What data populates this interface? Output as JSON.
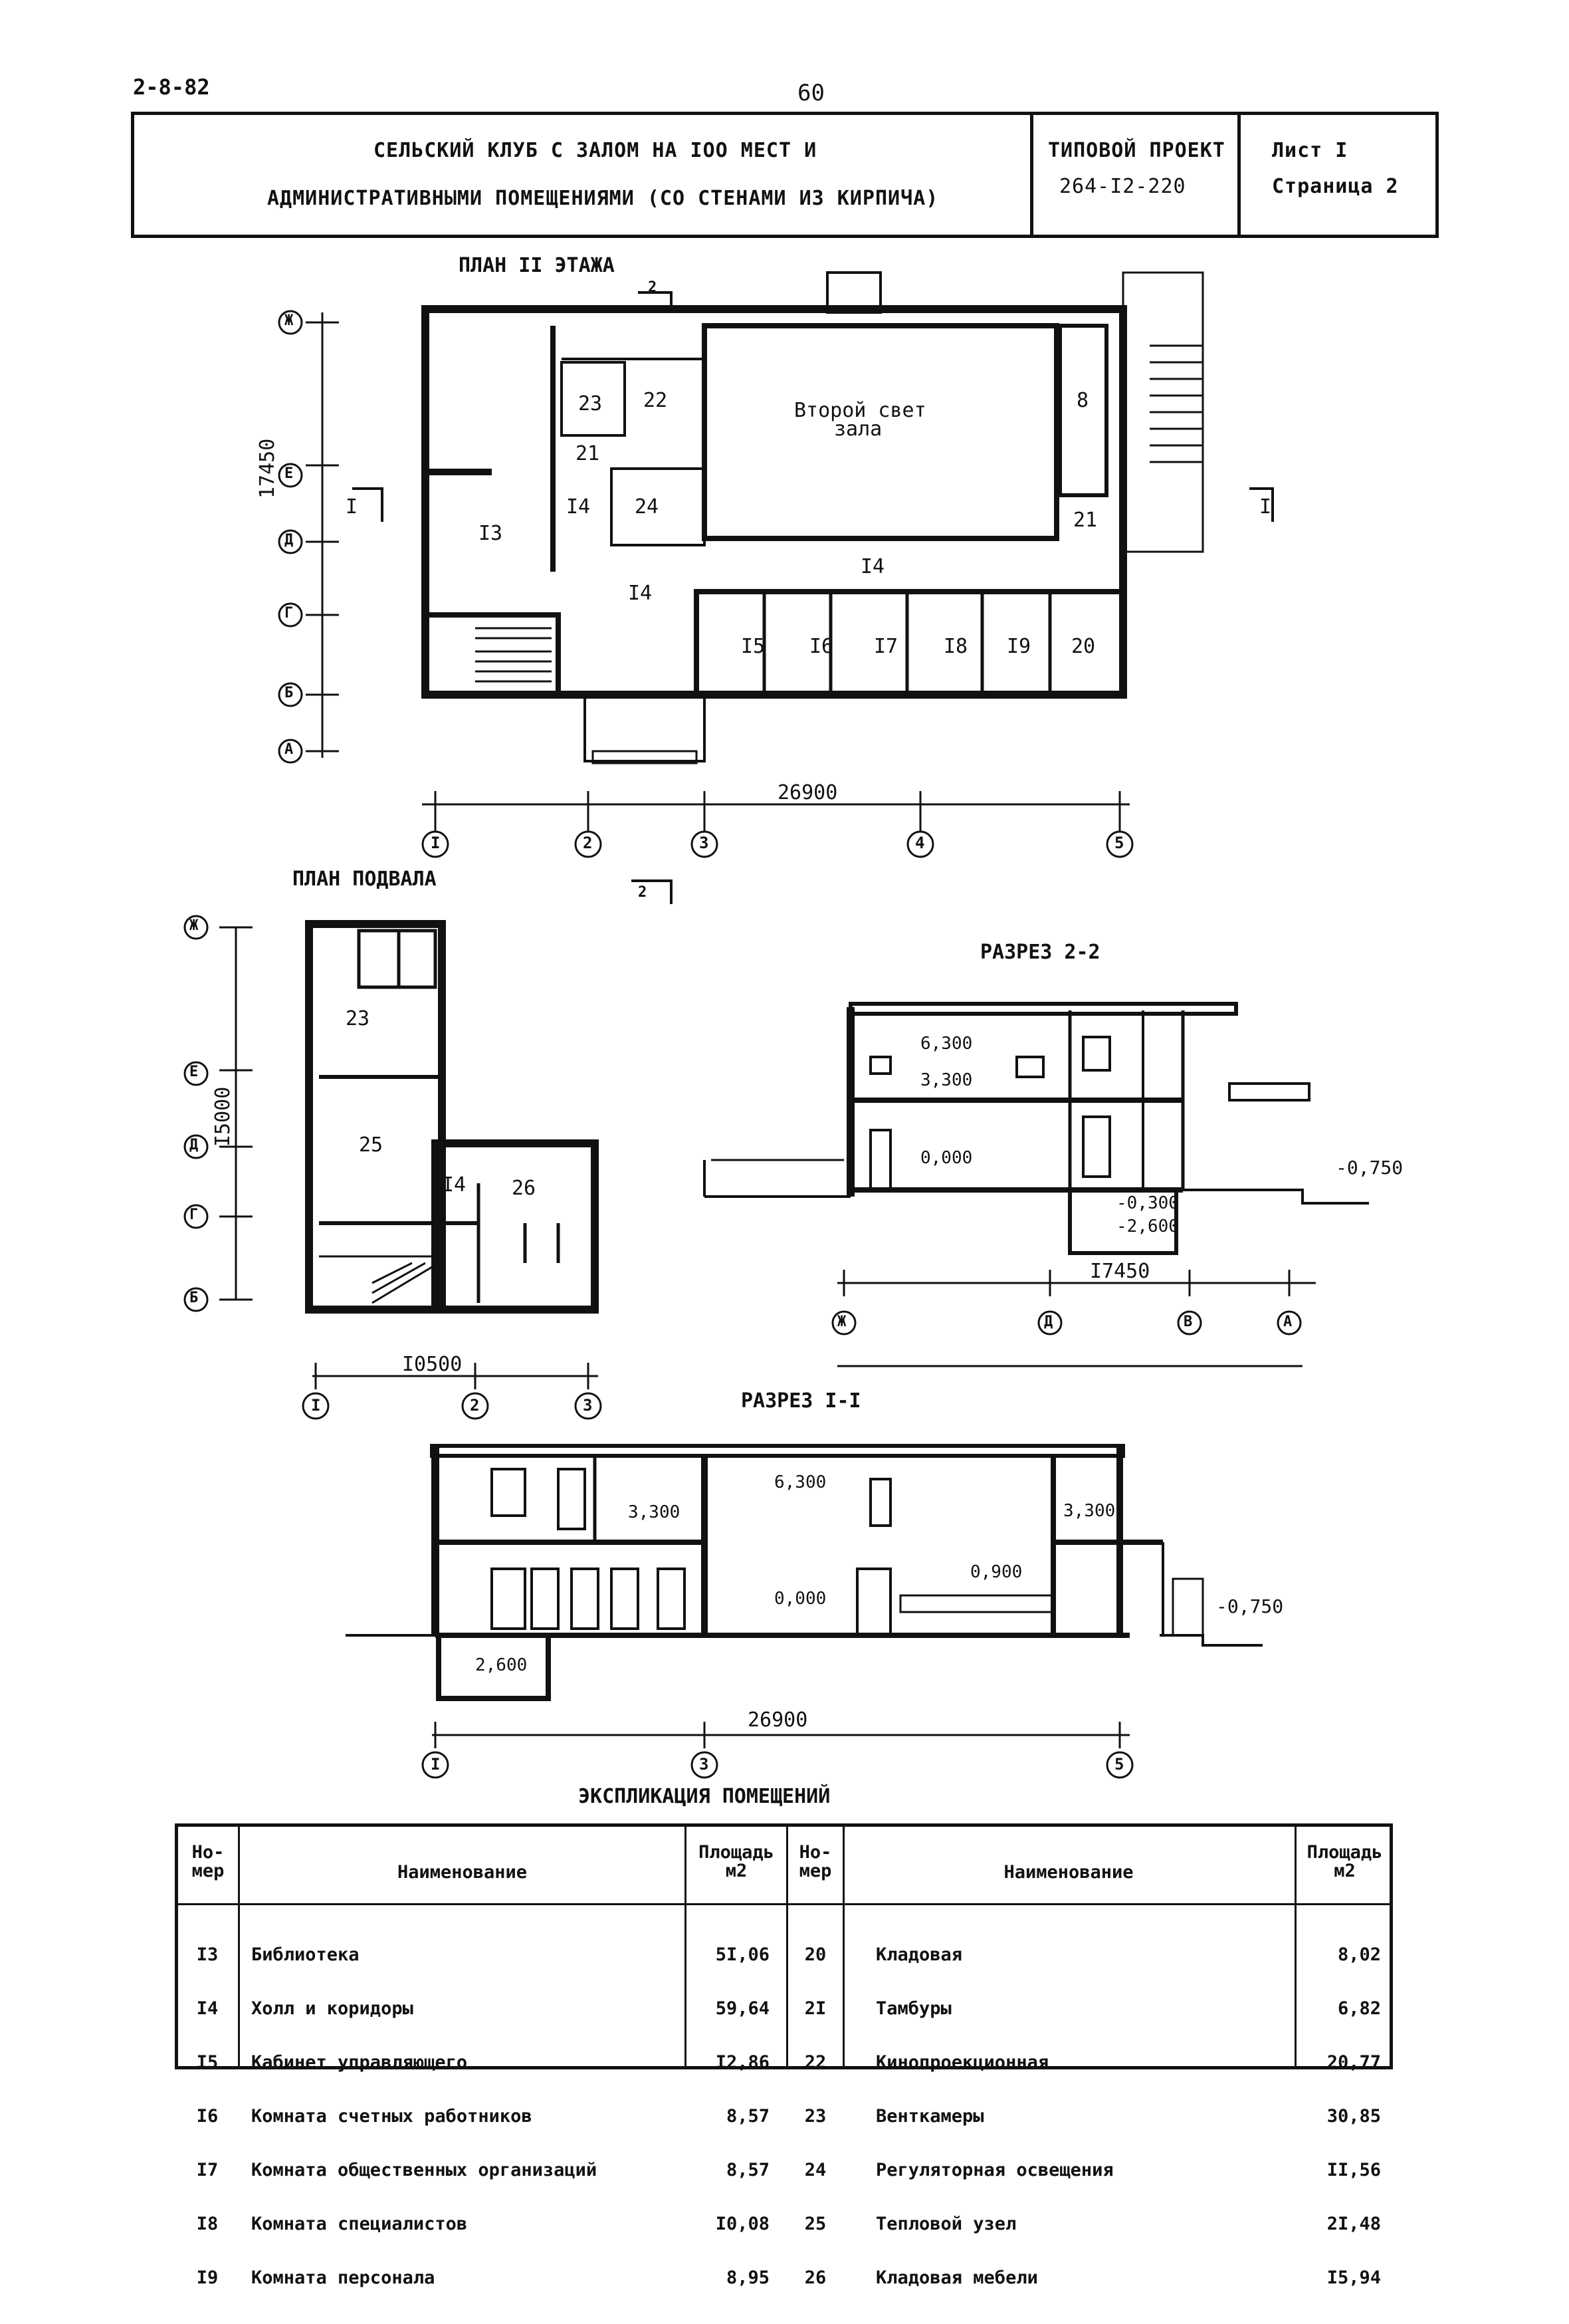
{
  "page": {
    "code": "2-8-82",
    "number": "60"
  },
  "title_block": {
    "title_line1": "СЕЛЬСКИЙ КЛУБ С ЗАЛОМ НА IOO МЕСТ И",
    "title_line2": "АДМИНИСТРАТИВНЫМИ ПОМЕЩЕНИЯМИ (СО СТЕНАМИ ИЗ КИРПИЧА)",
    "project_label": "ТИПОВОЙ ПРОЕКТ",
    "project_number": "264-I2-220",
    "sheet": "Лист I",
    "page_label": "Страница 2"
  },
  "plan2": {
    "title": "ПЛАН II ЭТАЖА",
    "hall_label_1": "Второй свет",
    "hall_label_2": "зала",
    "rooms": [
      "I3",
      "I4",
      "I4",
      "I4",
      "I5",
      "I6",
      "I7",
      "I8",
      "I9",
      "20",
      "21",
      "21",
      "22",
      "23",
      "24",
      "8"
    ],
    "dim_vertical": "17450",
    "dim_horizontal": "26900",
    "section_marks": [
      "2",
      "I",
      "I"
    ],
    "row_axes": [
      "Ж",
      "Е",
      "Д",
      "Г",
      "Б",
      "А"
    ],
    "col_axes": [
      "I",
      "2",
      "3",
      "4",
      "5"
    ]
  },
  "basement": {
    "title": "ПЛАН ПОДВАЛА",
    "rooms": [
      "23",
      "25",
      "I4",
      "26"
    ],
    "dim_vertical": "I5000",
    "dim_horizontal": "I0500",
    "section_mark": "2",
    "row_axes": [
      "Ж",
      "Е",
      "Д",
      "Г",
      "Б"
    ],
    "col_axes": [
      "I",
      "2",
      "3"
    ]
  },
  "section22": {
    "title": "РАЗРЕЗ 2-2",
    "marks": [
      "6,300",
      "3,300",
      "0,000",
      "-0,300",
      "-2,600",
      "-0,750"
    ],
    "dim": "I7450",
    "axes": [
      "Ж",
      "Д",
      "В",
      "А"
    ]
  },
  "section11": {
    "title": "РАЗРЕЗ I-I",
    "marks": [
      "6,300",
      "3,300",
      "3,300",
      "0,000",
      "0,900",
      "2,600",
      "-0,750"
    ],
    "dim": "26900",
    "axes": [
      "I",
      "3",
      "5"
    ]
  },
  "explication": {
    "title": "ЭКСПЛИКАЦИЯ ПОМЕЩЕНИЙ",
    "headers": {
      "num_1": "Но-",
      "num_2": "мер",
      "name": "Наименование",
      "area_1": "Площадь",
      "area_2": "м2"
    },
    "left": {
      "nums": [
        "I3",
        "I4",
        "I5",
        "I6",
        "I7",
        "I8",
        "I9"
      ],
      "names": [
        "Библиотека",
        "Холл и коридоры",
        "Кабинет управляющего",
        "Комната счетных работников",
        "Комната общественных организаций",
        "Комната специалистов",
        "Комната персонала"
      ],
      "areas": [
        "5I,06",
        "59,64",
        "I2,86",
        "8,57",
        "8,57",
        "I0,08",
        "8,95"
      ]
    },
    "right": {
      "nums": [
        "20",
        "2I",
        "22",
        "23",
        "24",
        "25",
        "26"
      ],
      "names": [
        "Кладовая",
        "Тамбуры",
        "Кинопроекционная",
        "Венткамеры",
        "Регуляторная освещения",
        "Тепловой узел",
        "Кладовая мебели"
      ],
      "areas": [
        "8,02",
        "6,82",
        "20,77",
        "30,85",
        "II,56",
        "2I,48",
        "I5,94"
      ]
    }
  }
}
